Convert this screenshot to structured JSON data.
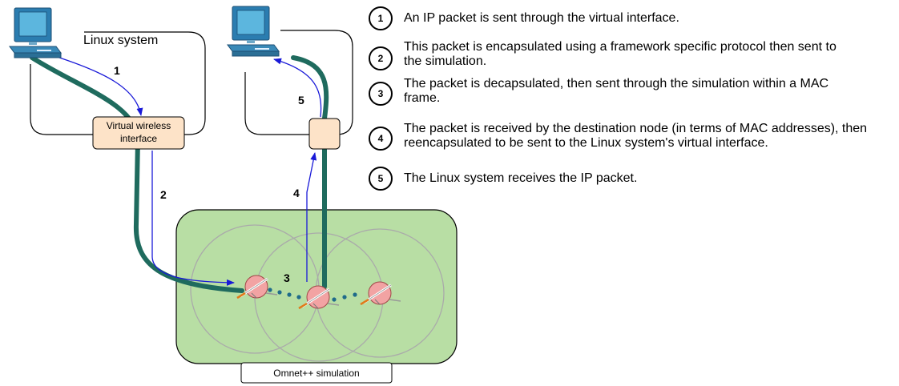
{
  "diagram": {
    "linux_system_label": "Linux system",
    "virtual_interface_label_line1": "Virtual wireless",
    "virtual_interface_label_line2": "interface",
    "simulation_label": "Omnet++ simulation",
    "arrow_labels": [
      "1",
      "2",
      "3",
      "4",
      "5"
    ]
  },
  "legend": [
    {
      "num": "1",
      "text": "An IP packet is sent through the virtual interface."
    },
    {
      "num": "2",
      "text": "This packet is encapsulated using a framework specific protocol then sent to the simulation."
    },
    {
      "num": "3",
      "text": "The packet is decapsulated, then sent through the simulation within a MAC frame."
    },
    {
      "num": "4",
      "text": "The packet is received by the destination node (in terms of MAC addresses), then reencapsulated to be sent to the Linux system's virtual interface."
    },
    {
      "num": "5",
      "text": "The Linux system receives the IP packet."
    }
  ],
  "colors": {
    "tunnel": "#1f6b5e",
    "flow_arrow": "#1a1ad8",
    "interface_fill": "#fde3c8",
    "simulation_fill": "#b8dea4",
    "node_fill": "#f0a0a0",
    "computer": "#3a8ab8",
    "mac_link_dots": "#1f6b8a"
  }
}
